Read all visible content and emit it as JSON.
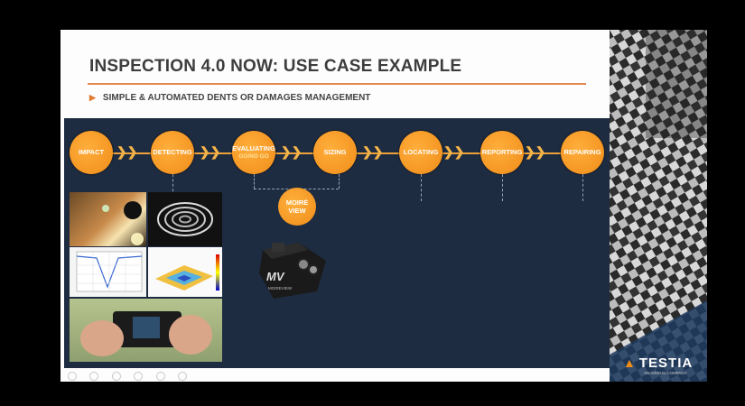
{
  "slide": {
    "title": "INSPECTION 4.0 NOW: USE CASE EXAMPLE",
    "bullet": "SIMPLE & AUTOMATED DENTS OR DAMAGES MANAGEMENT"
  },
  "flow": {
    "steps": [
      {
        "label": "IMPACT",
        "sub": ""
      },
      {
        "label": "DETECTING",
        "sub": ""
      },
      {
        "label": "EVALUATING",
        "sub": "GO/NO GO"
      },
      {
        "label": "SIZING",
        "sub": ""
      },
      {
        "label": "LOCATING",
        "sub": ""
      },
      {
        "label": "REPORTING",
        "sub": ""
      },
      {
        "label": "REPAIRING",
        "sub": ""
      }
    ],
    "moire": {
      "line1": "MOIRÉ",
      "line2": "VIEW"
    }
  },
  "device": {
    "brand": "MV",
    "name": "MOIREVIEW"
  },
  "logo": {
    "name": "TESTIA",
    "sub": "AN AIRBUS COMPANY"
  },
  "colors": {
    "accent": "#f08c18",
    "panel": "#1e2c42",
    "rule": "#e4894f"
  }
}
